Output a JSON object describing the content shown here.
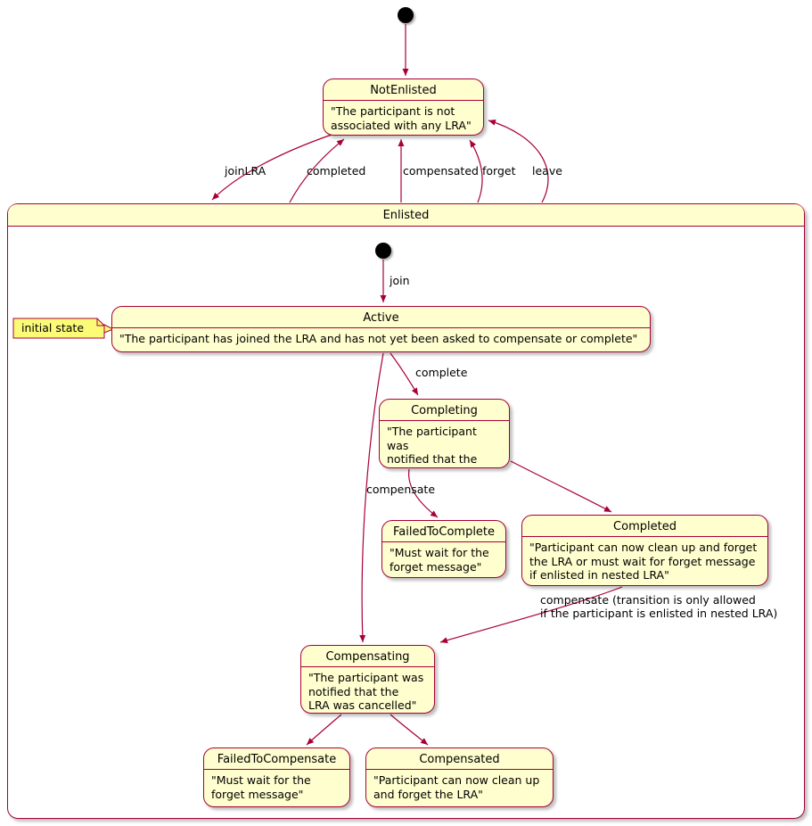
{
  "colors": {
    "state_fill": "#FEFECE",
    "state_border": "#A80036",
    "arrow": "#A80036",
    "note_fill": "#FBFB77",
    "initial_dot": "#000000"
  },
  "states": {
    "not_enlisted": {
      "title": "NotEnlisted",
      "body": "\"The participant is not\nassociated with any LRA\""
    },
    "enlisted": {
      "title": "Enlisted"
    },
    "active": {
      "title": "Active",
      "body": "\"The participant has joined the LRA and has not yet been asked to compensate or complete\""
    },
    "completing": {
      "title": "Completing",
      "body": "\"The participant was\nnotified that the\nLRA was closed\""
    },
    "failed_to_complete": {
      "title": "FailedToComplete",
      "body": "\"Must wait for the\nforget message\""
    },
    "completed": {
      "title": "Completed",
      "body": "\"Participant can now clean up and forget\nthe LRA or must wait for forget message\nif enlisted in nested LRA\""
    },
    "compensating": {
      "title": "Compensating",
      "body": "\"The participant was\nnotified that the\nLRA was cancelled\""
    },
    "failed_to_compensate": {
      "title": "FailedToCompensate",
      "body": "\"Must wait for the\nforget message\""
    },
    "compensated": {
      "title": "Compensated",
      "body": "\"Participant can now clean up\nand forget the LRA\""
    }
  },
  "note": {
    "text": "initial state"
  },
  "transitions": [
    {
      "from": "initial",
      "to": "NotEnlisted",
      "label": ""
    },
    {
      "from": "NotEnlisted",
      "to": "Enlisted",
      "label": "joinLRA"
    },
    {
      "from": "Enlisted",
      "to": "NotEnlisted",
      "label": "completed"
    },
    {
      "from": "Enlisted",
      "to": "NotEnlisted",
      "label": "compensated"
    },
    {
      "from": "Enlisted",
      "to": "NotEnlisted",
      "label": "forget"
    },
    {
      "from": "Enlisted",
      "to": "NotEnlisted",
      "label": "leave"
    },
    {
      "from": "enlisted-initial",
      "to": "Active",
      "label": "join"
    },
    {
      "from": "Active",
      "to": "Completing",
      "label": "complete"
    },
    {
      "from": "Completing",
      "to": "FailedToComplete",
      "label": "compensate"
    },
    {
      "from": "Completing",
      "to": "Completed",
      "label": ""
    },
    {
      "from": "Completed",
      "to": "Compensating",
      "label": "compensate (transition is only allowed\nif the participant is enlisted in nested LRA)"
    },
    {
      "from": "Active",
      "to": "Compensating",
      "label": ""
    },
    {
      "from": "Compensating",
      "to": "FailedToCompensate",
      "label": ""
    },
    {
      "from": "Compensating",
      "to": "Compensated",
      "label": ""
    }
  ]
}
